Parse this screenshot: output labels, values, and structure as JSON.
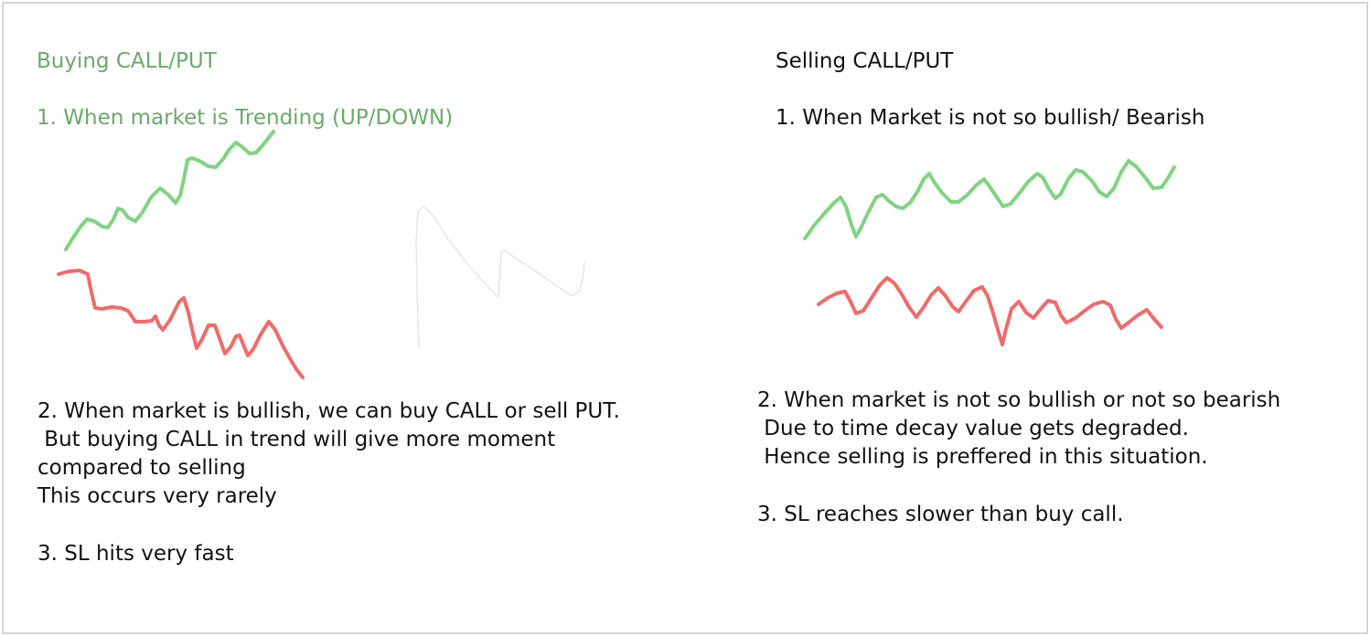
{
  "left": {
    "heading": "Buying CALL/PUT",
    "point1": "1. When market is Trending (UP/DOWN)",
    "point2": "2. When market is bullish, we can buy CALL or sell PUT.\n But buying CALL in trend will give more moment\ncompared to selling\nThis occurs very rarely",
    "point3": "3. SL hits very fast"
  },
  "right": {
    "heading": "Selling CALL/PUT",
    "point1": "1. When Market is not so bullish/ Bearish",
    "point2": "2. When market is not so bullish or not so bearish\n Due to time decay value gets degraded.\n Hence selling is preffered in this situation.",
    "point3": "3. SL reaches slower than buy call."
  },
  "colors": {
    "heading_green": "#6aaa6a",
    "text": "#111111",
    "up_stroke": "#7fd47f",
    "down_stroke": "#f06a6a",
    "sketch_stroke": "#e6e6e6",
    "border": "#d6d6d6"
  }
}
